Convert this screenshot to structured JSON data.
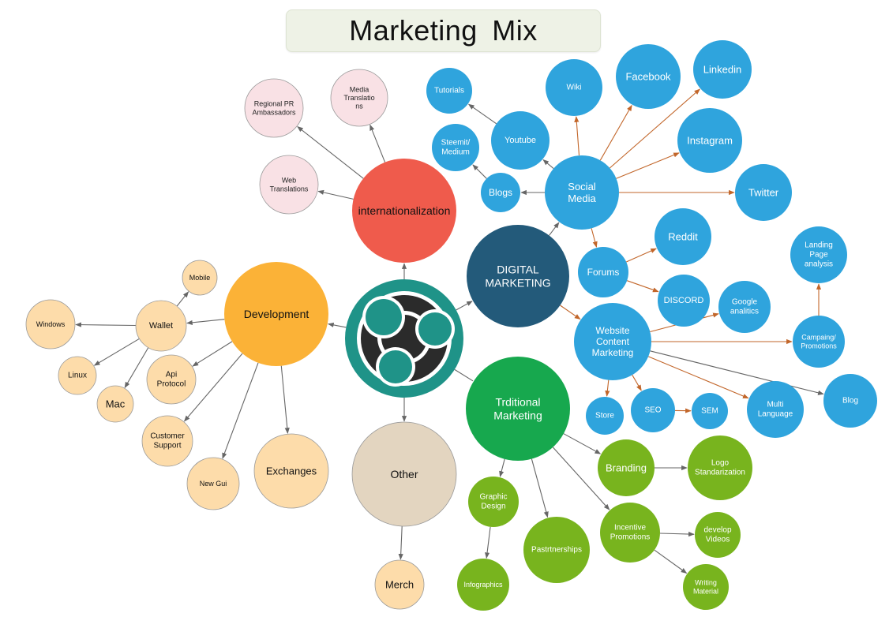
{
  "title": "Marketing  Mix",
  "nodes": {
    "hub": {
      "name": "hub-logo",
      "lines": []
    },
    "internationalization": {
      "name": "node-internationalization",
      "lines": [
        "internationalization"
      ]
    },
    "digital": {
      "name": "node-digital-marketing",
      "lines": [
        "DIGITAL",
        "MARKETING"
      ]
    },
    "traditional": {
      "name": "node-traditional-marketing",
      "lines": [
        "Trditional",
        "Marketing"
      ]
    },
    "development": {
      "name": "node-development",
      "lines": [
        "Development"
      ]
    },
    "other": {
      "name": "node-other",
      "lines": [
        "Other"
      ]
    },
    "social": {
      "name": "node-social-media",
      "lines": [
        "Social",
        "Media"
      ]
    },
    "youtube": {
      "name": "node-youtube",
      "lines": [
        "Youtube"
      ]
    },
    "tutorials": {
      "name": "node-tutorials",
      "lines": [
        "Tutorials"
      ]
    },
    "wiki": {
      "name": "node-wiki",
      "lines": [
        "Wiki"
      ]
    },
    "facebook": {
      "name": "node-facebook",
      "lines": [
        "Facebook"
      ]
    },
    "linkedin": {
      "name": "node-linkedin",
      "lines": [
        "Linkedin"
      ]
    },
    "instagram": {
      "name": "node-instagram",
      "lines": [
        "Instagram"
      ]
    },
    "twitter": {
      "name": "node-twitter",
      "lines": [
        "Twitter"
      ]
    },
    "steemit": {
      "name": "node-steemit-medium",
      "lines": [
        "Steemit/",
        "Medium"
      ]
    },
    "blogs": {
      "name": "node-blogs",
      "lines": [
        "Blogs"
      ]
    },
    "forums": {
      "name": "node-forums",
      "lines": [
        "Forums"
      ]
    },
    "reddit": {
      "name": "node-reddit",
      "lines": [
        "Reddit"
      ]
    },
    "discord": {
      "name": "node-discord",
      "lines": [
        "DISCORD"
      ]
    },
    "website": {
      "name": "node-website-content-marketing",
      "lines": [
        "Website",
        "Content",
        "Marketing"
      ]
    },
    "google": {
      "name": "node-google-analitics",
      "lines": [
        "Google",
        "analitics"
      ]
    },
    "landing": {
      "name": "node-landing-page-analysis",
      "lines": [
        "Landing",
        "Page",
        "analysis"
      ]
    },
    "campaing": {
      "name": "node-campaing-promotions",
      "lines": [
        "Campaing/",
        "Promotions"
      ]
    },
    "blog": {
      "name": "node-blog",
      "lines": [
        "Blog"
      ]
    },
    "multilang": {
      "name": "node-multi-language",
      "lines": [
        "Multi",
        "Language"
      ]
    },
    "store": {
      "name": "node-store",
      "lines": [
        "Store"
      ]
    },
    "seo": {
      "name": "node-seo",
      "lines": [
        "SEO"
      ]
    },
    "sem": {
      "name": "node-sem",
      "lines": [
        "SEM"
      ]
    },
    "branding": {
      "name": "node-branding",
      "lines": [
        "Branding"
      ]
    },
    "logo": {
      "name": "node-logo-standarization",
      "lines": [
        "Logo",
        "Standarization"
      ]
    },
    "graphic": {
      "name": "node-graphic-design",
      "lines": [
        "Graphic",
        "Design"
      ]
    },
    "infographics": {
      "name": "node-infographics",
      "lines": [
        "Infographics"
      ]
    },
    "partnerships": {
      "name": "node-partnerships",
      "lines": [
        "Pastrtnerships"
      ]
    },
    "incentive": {
      "name": "node-incentive-promotions",
      "lines": [
        "Incentive",
        "Promotions"
      ]
    },
    "videos": {
      "name": "node-develop-videos",
      "lines": [
        "develop",
        "Videos"
      ]
    },
    "writing": {
      "name": "node-writing-material",
      "lines": [
        "Writing",
        "Material"
      ]
    },
    "merch": {
      "name": "node-merch",
      "lines": [
        "Merch"
      ]
    },
    "wallet": {
      "name": "node-wallet",
      "lines": [
        "Wallet"
      ]
    },
    "mobile": {
      "name": "node-mobile",
      "lines": [
        "Mobile"
      ]
    },
    "windows": {
      "name": "node-windows",
      "lines": [
        "Windows"
      ]
    },
    "linux": {
      "name": "node-linux",
      "lines": [
        "Linux"
      ]
    },
    "mac": {
      "name": "node-mac",
      "lines": [
        "Mac"
      ]
    },
    "api": {
      "name": "node-api-protocol",
      "lines": [
        "Api",
        "Protocol"
      ]
    },
    "support": {
      "name": "node-customer-support",
      "lines": [
        "Customer",
        "Support"
      ]
    },
    "newgui": {
      "name": "node-new-gui",
      "lines": [
        "New Gui"
      ]
    },
    "exchanges": {
      "name": "node-exchanges",
      "lines": [
        "Exchanges"
      ]
    },
    "regionalpr": {
      "name": "node-regional-pr-ambassadors",
      "lines": [
        "Regional PR",
        "Ambassadors"
      ]
    },
    "mediatrans": {
      "name": "node-media-translations",
      "lines": [
        "Media",
        "Translatio",
        "ns"
      ]
    },
    "webtrans": {
      "name": "node-web-translations",
      "lines": [
        "Web",
        "Translations"
      ]
    }
  },
  "colors": {
    "red": "#ef5b4c",
    "navy": "#235a7a",
    "green_dark": "#17a84e",
    "green_light": "#78b41e",
    "orange": "#fbb237",
    "beige": "#e3d5c0",
    "blue": "#2fa4dd",
    "peach": "#fddcaa",
    "pink": "#f9e1e5",
    "teal": "#1f9388",
    "arrow_orange": "#c2662a",
    "arrow_gray": "#666666"
  }
}
